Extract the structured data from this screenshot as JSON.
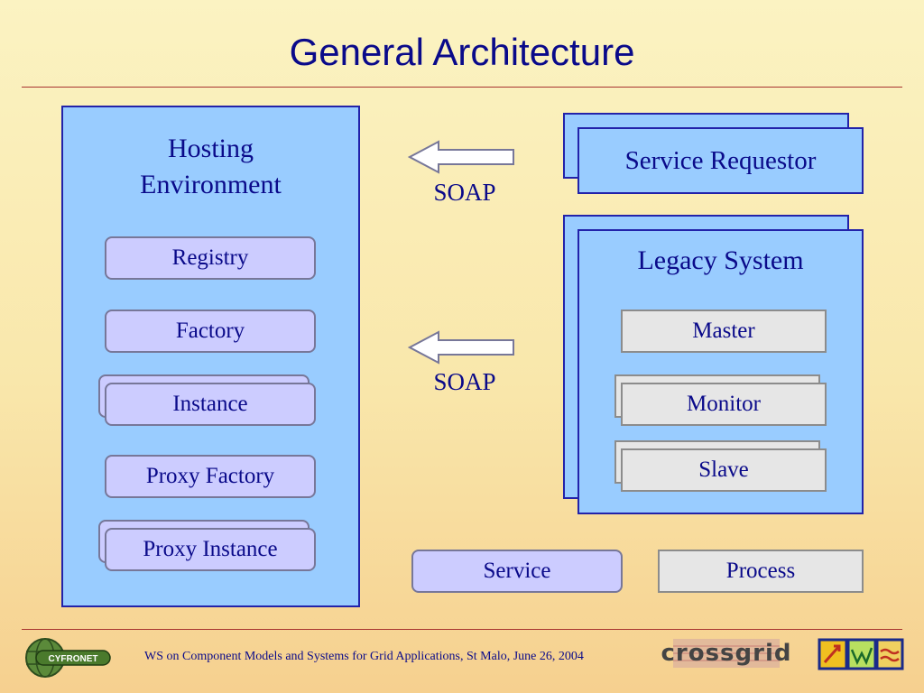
{
  "title": "General Architecture",
  "hosting": {
    "title_line1": "Hosting",
    "title_line2": "Environment",
    "items": [
      "Registry",
      "Factory",
      "Instance",
      "Proxy Factory",
      "Proxy Instance"
    ]
  },
  "arrows": {
    "soap_top": "SOAP",
    "soap_bottom": "SOAP"
  },
  "service_requestor": {
    "label": "Service Requestor"
  },
  "legacy_system": {
    "title": "Legacy System",
    "items": [
      "Master",
      "Monitor",
      "Slave"
    ]
  },
  "legend": {
    "service": "Service",
    "process": "Process"
  },
  "footer": {
    "text": "WS on Component Models and Systems for Grid Applications, St Malo, June 26, 2004",
    "logo_left": "CYFRONET",
    "logo_mid": "crossgrid"
  }
}
